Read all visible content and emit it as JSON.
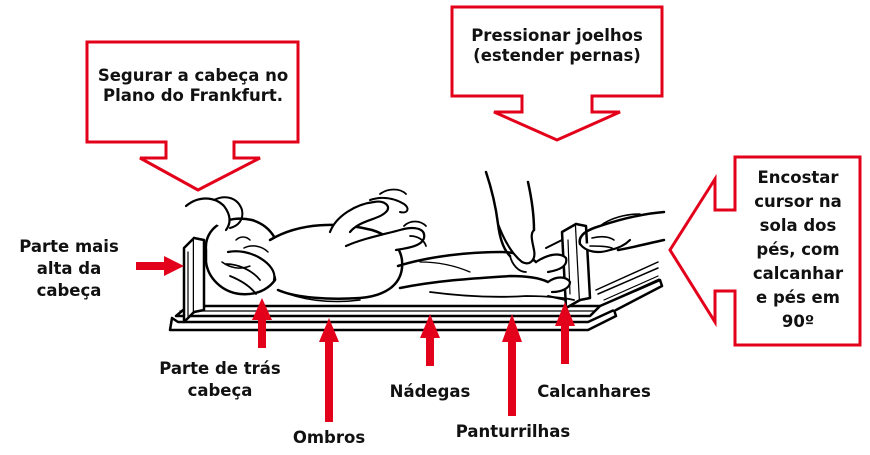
{
  "callouts": {
    "head": {
      "lines": [
        "Segurar a cabeça no",
        "Plano do Frankfurt."
      ]
    },
    "knees": {
      "lines": [
        "Pressionar joelhos",
        "(estender pernas)"
      ]
    },
    "feet": {
      "lines": [
        "Encostar",
        "cursor na",
        "sola dos",
        "pés, com",
        "calcanhar",
        "e pés em",
        "90º"
      ]
    }
  },
  "labels": {
    "top_of_head": [
      "Parte mais",
      "alta da",
      "cabeça"
    ],
    "back_of_head": [
      "Parte de trás",
      "cabeça"
    ],
    "shoulders": "Ombros",
    "buttocks": "Nádegas",
    "calves": "Panturrilhas",
    "heels": "Calcanhares"
  },
  "colors": {
    "accent": "#e3001b",
    "text": "#111111",
    "line": "#000000"
  },
  "illustration": {
    "subject": "infant-lying-on-measuring-board",
    "icons": [
      "infantometer-board-icon",
      "head-board-icon",
      "foot-cursor-icon",
      "infant-icon",
      "adult-hands-head-icon",
      "adult-hand-knees-icon",
      "adult-hand-foot-icon"
    ]
  }
}
